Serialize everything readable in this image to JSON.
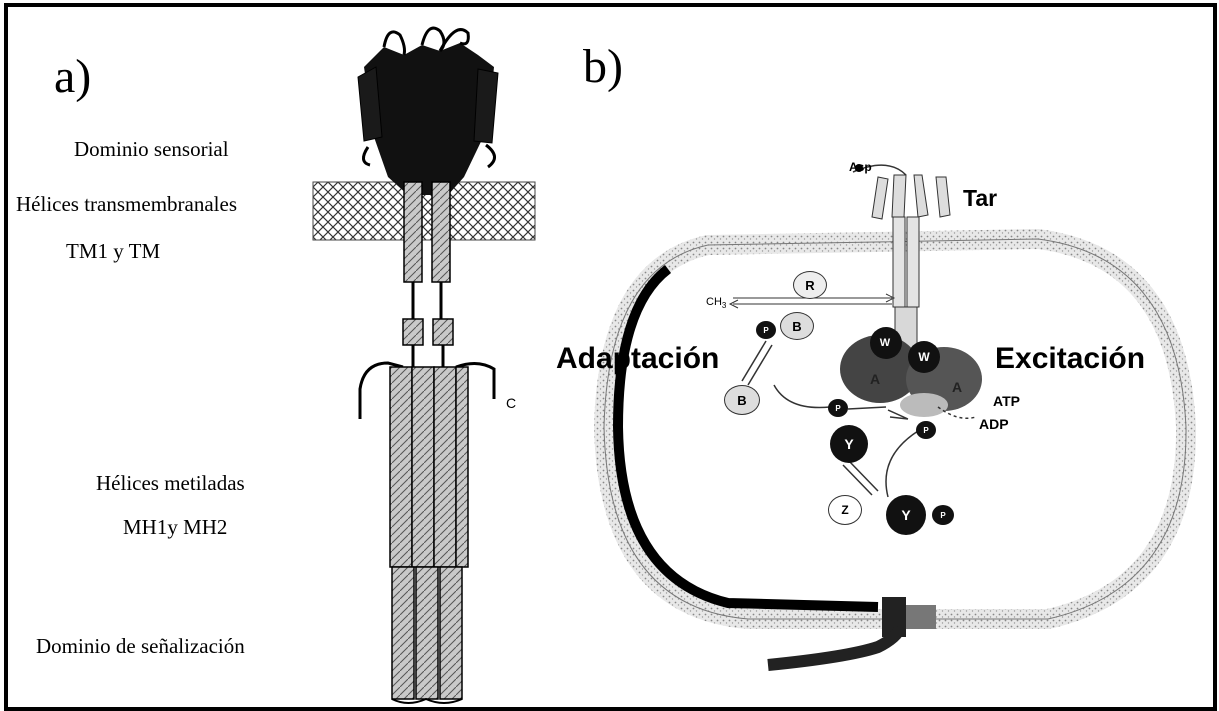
{
  "panel_a": {
    "label": "a)",
    "sensory_domain": "Dominio sensorial",
    "transmembrane_helices": "Hélices transmembranales",
    "tm_label": "TM1 y TM",
    "methylated_helices": "Hélices metiladas",
    "mh_label": "MH1y MH2",
    "signaling_domain": "Dominio de señalización",
    "c_terminus": "C"
  },
  "panel_b": {
    "label": "b)",
    "receptor": "Tar",
    "ligand": "Asp",
    "adaptation": "Adaptación",
    "excitation": "Excitación",
    "methyl": "CH",
    "methyl_sub": "3",
    "atp": "ATP",
    "adp": "ADP",
    "proteins": {
      "r": "R",
      "b": "B",
      "w": "W",
      "a": "A",
      "y": "Y",
      "z": "Z",
      "p": "P"
    }
  }
}
